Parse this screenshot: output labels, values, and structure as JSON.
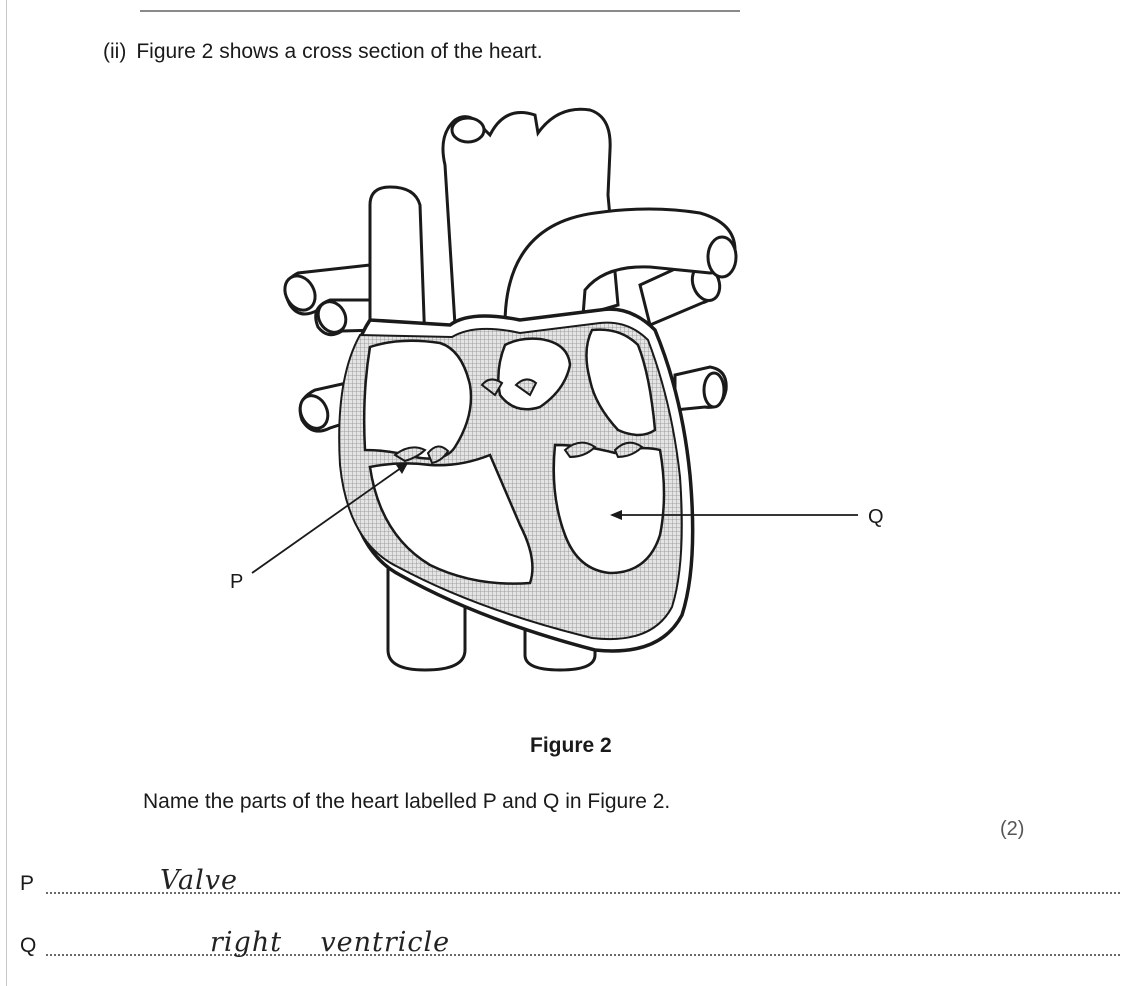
{
  "question": {
    "number": "(ii)",
    "text": "Figure 2 shows a cross section of the heart."
  },
  "figure": {
    "label_p": "P",
    "label_q": "Q",
    "caption": "Figure 2"
  },
  "instruction": "Name the parts of the heart labelled P and Q in Figure 2.",
  "marks": "(2)",
  "answers": [
    {
      "letter": "P",
      "handwritten": "Valve"
    },
    {
      "letter": "Q",
      "handwritten": "right    ventricle"
    }
  ]
}
